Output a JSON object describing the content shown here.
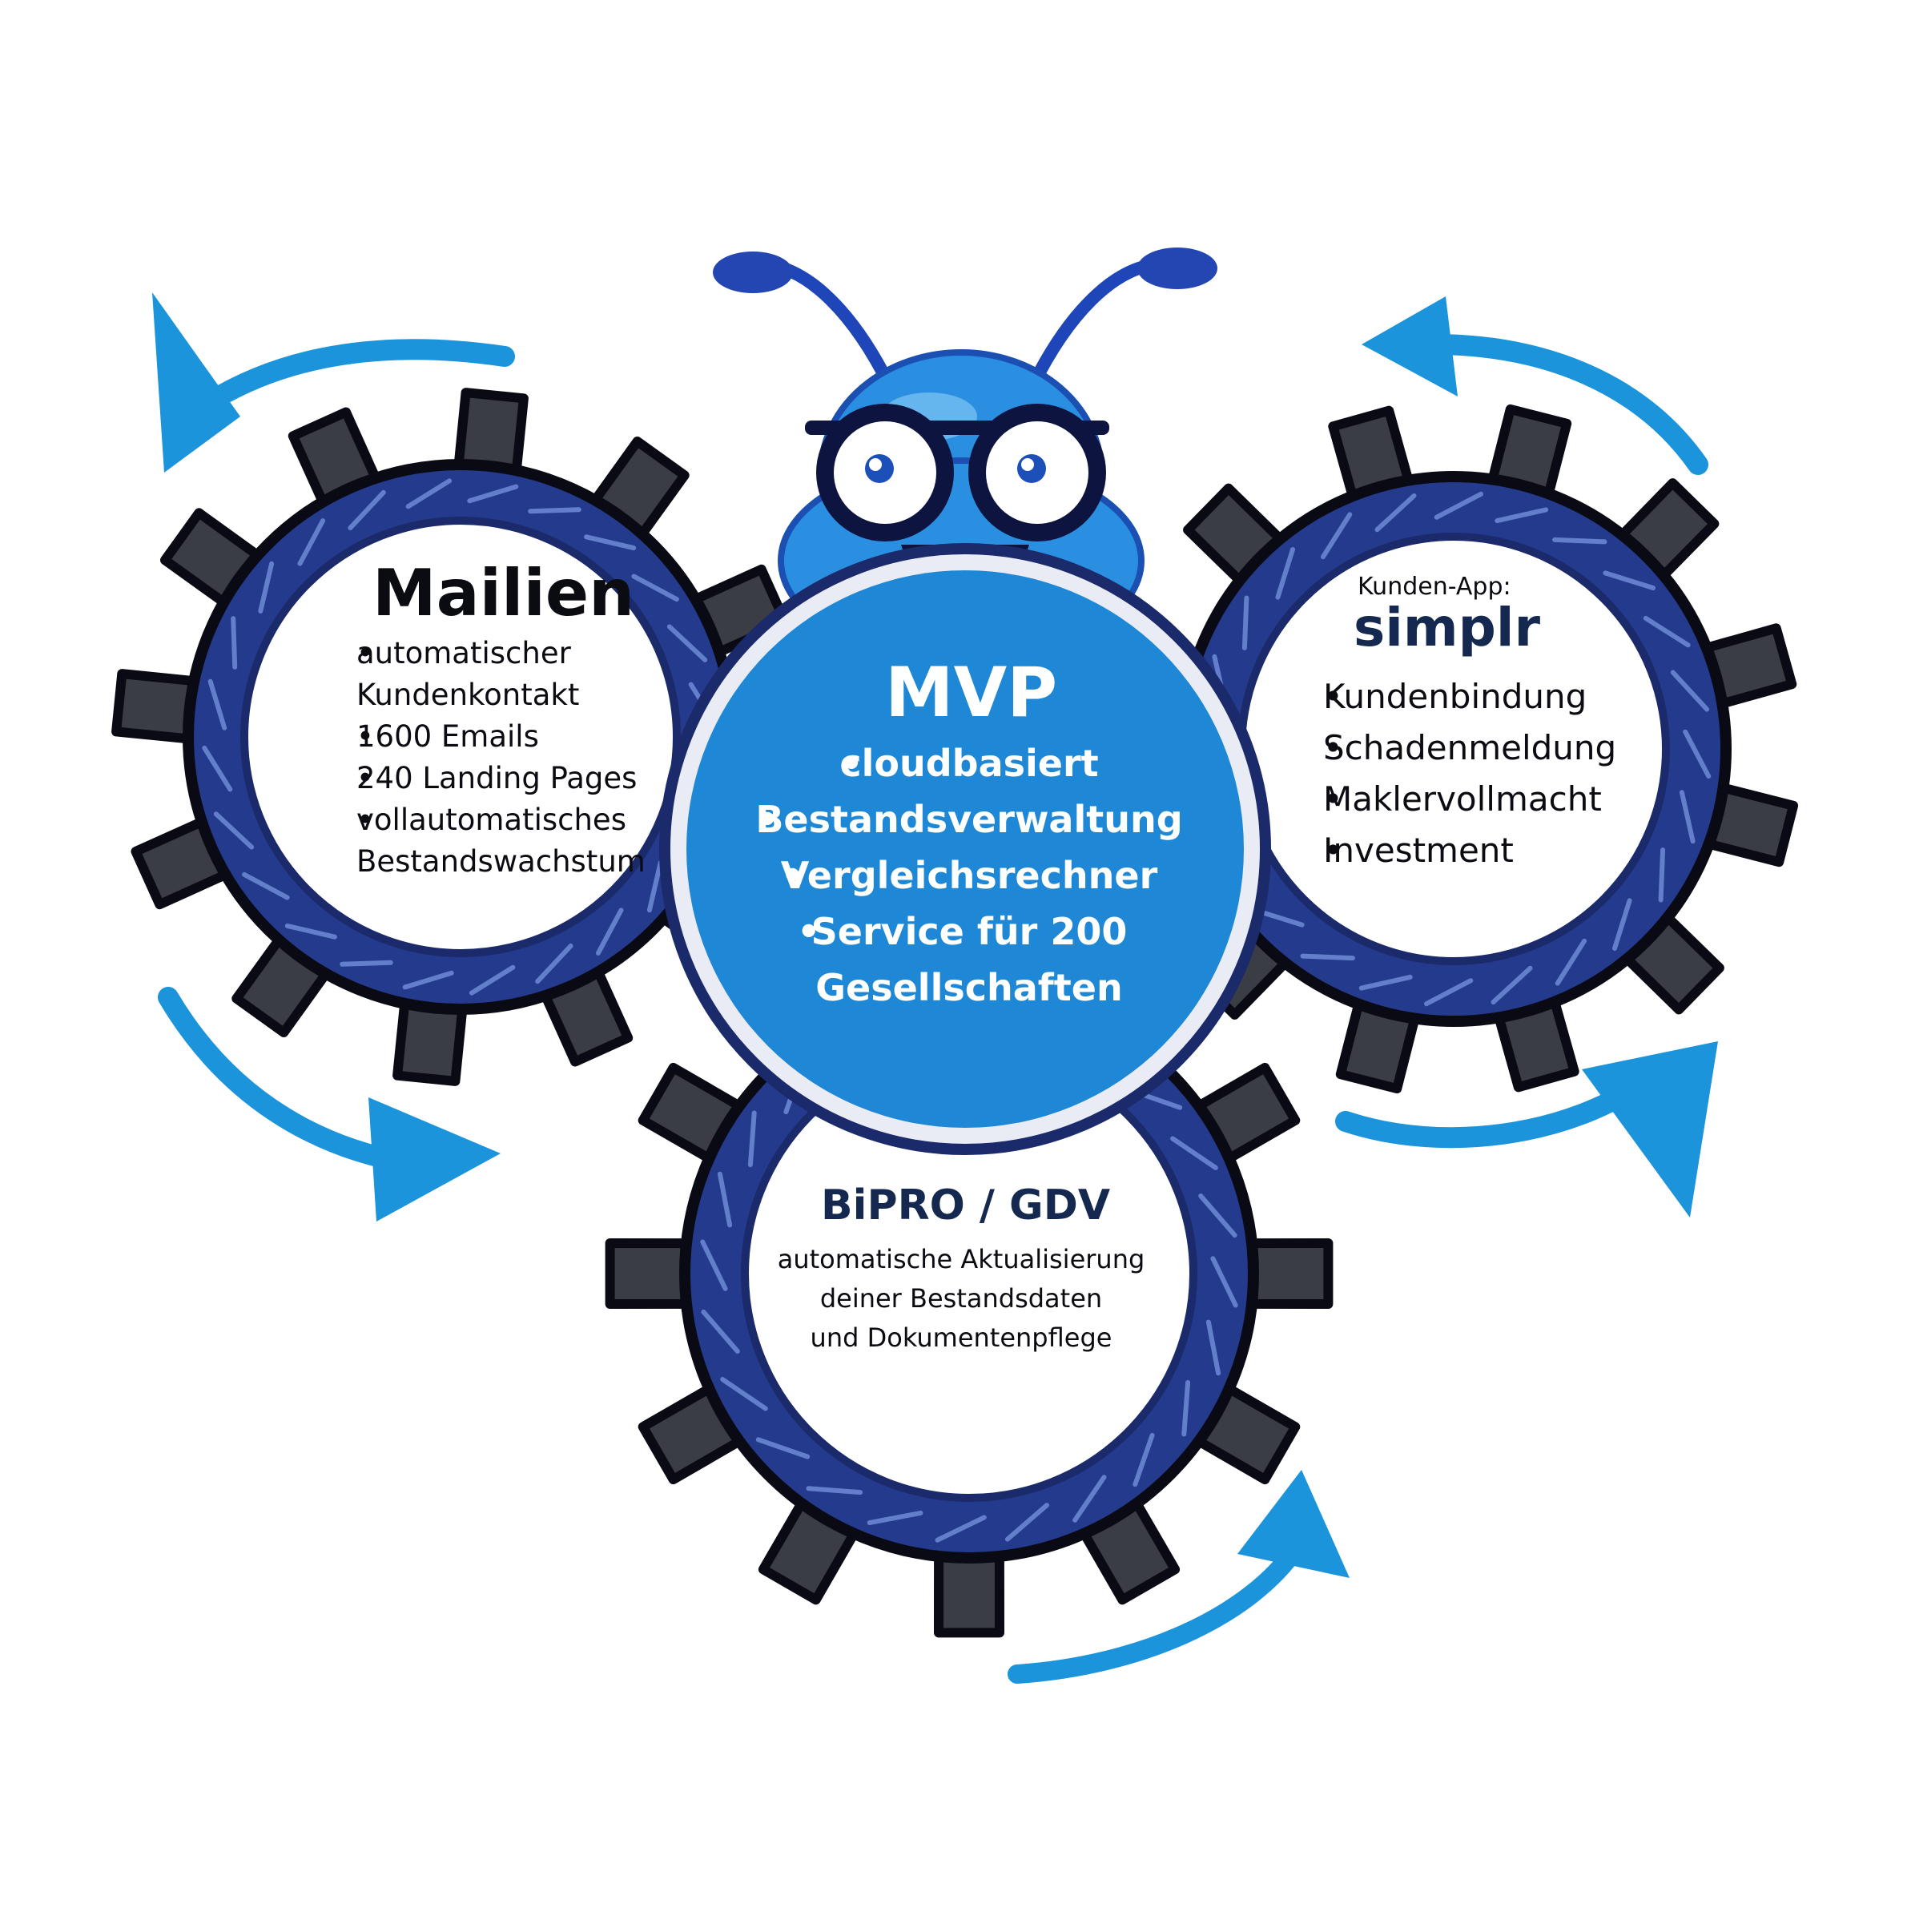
{
  "colors": {
    "gear_blue": "#243a8c",
    "tooth_gray": "#3a3d44",
    "mascot_blue": "#2a8fe0",
    "mvp_blue": "#1e88d6",
    "arrow_blue": "#1b94dc",
    "outline": "#0a0a14"
  },
  "icons": [
    "gear-icon",
    "ant-mascot-icon",
    "cycle-arrow-icon"
  ],
  "left_gear": {
    "title": "Mailien",
    "items": [
      "automatischer Kundenkontakt",
      "1600 Emails",
      "240 Landing Pages",
      "vollautomatisches Bestandswachstum"
    ]
  },
  "center": {
    "title": "MVP",
    "items": [
      "cloudbasiert",
      "Bestandsverwaltung",
      "Vergleichsrechner",
      "Service für 200 Gesellschaften"
    ]
  },
  "right_gear": {
    "subtitle": "Kunden-App:",
    "title": "simplr",
    "items": [
      "Kundenbindung",
      "Schadenmeldung",
      "Maklervollmacht",
      "Investment"
    ]
  },
  "bottom_gear": {
    "title": "BiPRO / GDV",
    "lines": [
      "automatische Aktualisierung",
      "deiner Bestandsdaten",
      "und Dokumentenpflege"
    ]
  }
}
